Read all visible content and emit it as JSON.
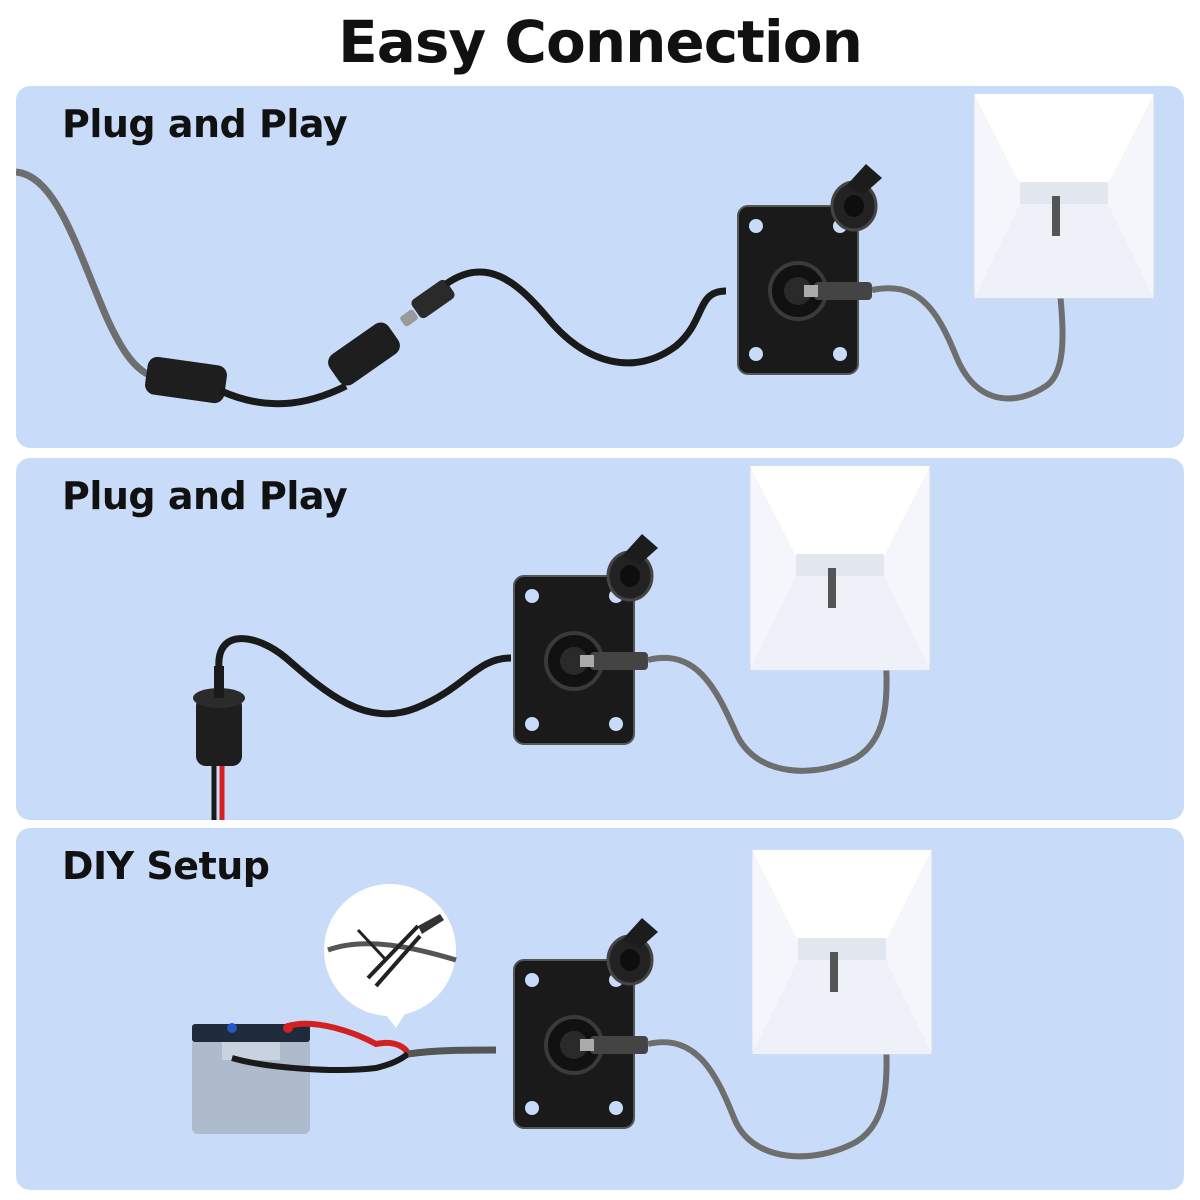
{
  "title": "Easy Connection",
  "panels": [
    {
      "label": "Plug and Play"
    },
    {
      "label": "Plug and Play"
    },
    {
      "label": "DIY Setup"
    }
  ],
  "colors": {
    "panel_bg": "#c8dcfa",
    "cable_black": "#1a1a1a",
    "cable_gray": "#6b6b6b",
    "wire_red": "#d42020"
  }
}
